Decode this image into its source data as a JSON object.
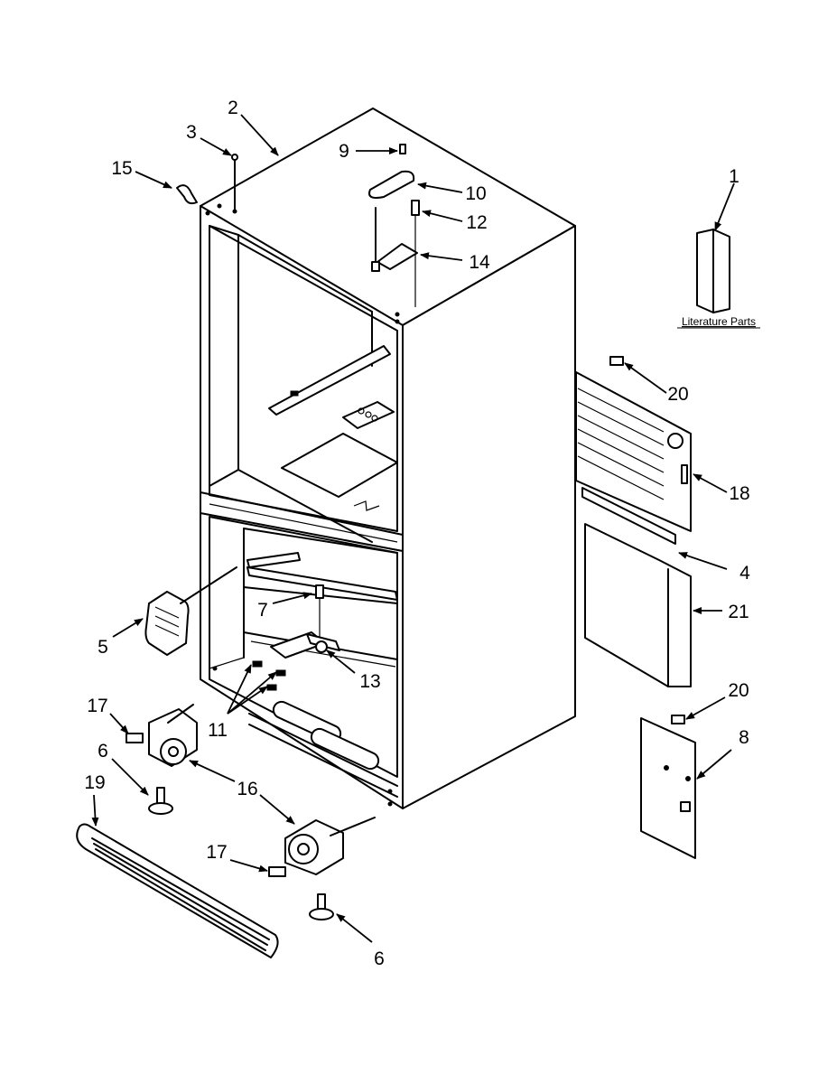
{
  "diagram": {
    "literature_label": "Literature Parts",
    "callouts": [
      {
        "id": "c1",
        "text": "1"
      },
      {
        "id": "c2",
        "text": "2"
      },
      {
        "id": "c3",
        "text": "3"
      },
      {
        "id": "c4",
        "text": "4"
      },
      {
        "id": "c5",
        "text": "5"
      },
      {
        "id": "c6a",
        "text": "6"
      },
      {
        "id": "c6b",
        "text": "6"
      },
      {
        "id": "c7",
        "text": "7"
      },
      {
        "id": "c8",
        "text": "8"
      },
      {
        "id": "c9",
        "text": "9"
      },
      {
        "id": "c10",
        "text": "10"
      },
      {
        "id": "c11",
        "text": "11"
      },
      {
        "id": "c12",
        "text": "12"
      },
      {
        "id": "c13",
        "text": "13"
      },
      {
        "id": "c14",
        "text": "14"
      },
      {
        "id": "c15",
        "text": "15"
      },
      {
        "id": "c16",
        "text": "16"
      },
      {
        "id": "c17a",
        "text": "17"
      },
      {
        "id": "c17b",
        "text": "17"
      },
      {
        "id": "c18",
        "text": "18"
      },
      {
        "id": "c19",
        "text": "19"
      },
      {
        "id": "c20a",
        "text": "20"
      },
      {
        "id": "c20b",
        "text": "20"
      },
      {
        "id": "c21",
        "text": "21"
      }
    ]
  }
}
